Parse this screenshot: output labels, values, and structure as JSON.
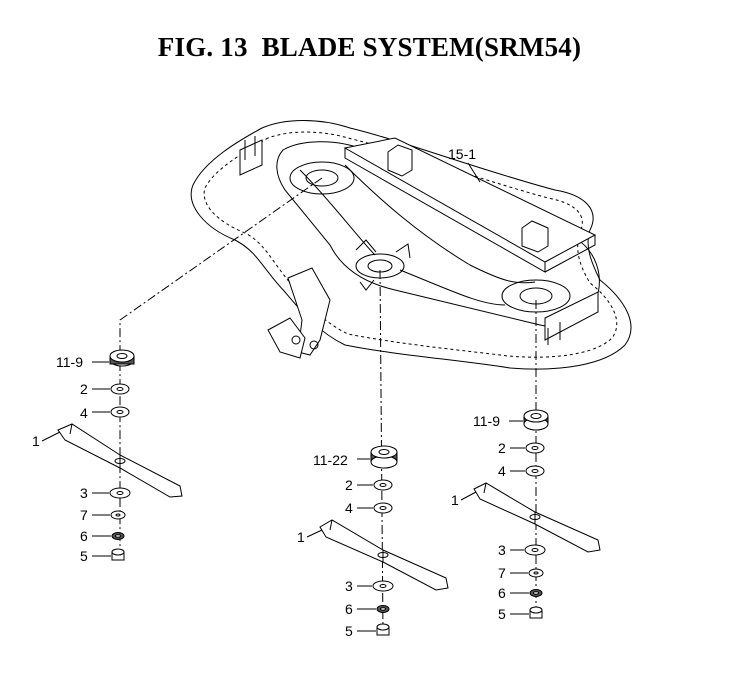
{
  "title": "FIG. 13  BLADE SYSTEM(SRM54)",
  "callouts": {
    "deck": "15-1",
    "left": {
      "spindle": "11-9",
      "washer_2": "2",
      "washer_4": "4",
      "blade": "1",
      "washer_3": "3",
      "washer_7": "7",
      "lockwasher_6": "6",
      "nut_5": "5"
    },
    "center": {
      "spindle": "11-22",
      "washer_2": "2",
      "washer_4": "4",
      "blade": "1",
      "washer_3": "3",
      "lockwasher_6": "6",
      "nut_5": "5"
    },
    "right": {
      "spindle": "11-9",
      "washer_2": "2",
      "washer_4": "4",
      "blade": "1",
      "washer_3": "3",
      "washer_7": "7",
      "lockwasher_6": "6",
      "nut_5": "5"
    }
  }
}
